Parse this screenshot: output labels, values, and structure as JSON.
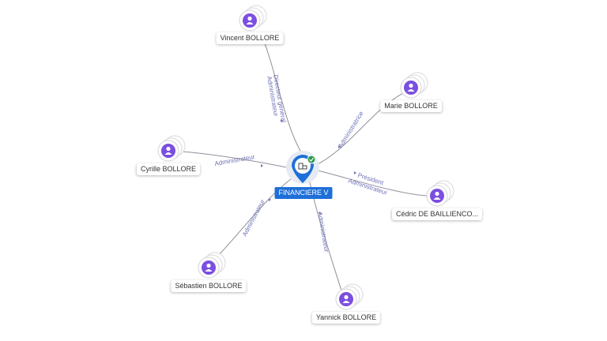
{
  "center": {
    "name": "FINANCIERE V",
    "icon": "company-icon",
    "status_icon": "check-badge-icon",
    "color": "#1f6fd8"
  },
  "people": [
    {
      "name": "Vincent BOLLORE",
      "roles": [
        "Directeur général",
        "Administrateur"
      ]
    },
    {
      "name": "Marie BOLLORE",
      "roles": [
        "Administratrice"
      ]
    },
    {
      "name": "Cyrille BOLLORE",
      "roles": [
        "Administrateur"
      ]
    },
    {
      "name": "Cédric DE BAILLIENCO...",
      "roles": [
        "Président",
        "Administrateur"
      ]
    },
    {
      "name": "Sébastien BOLLORE",
      "roles": [
        "Administrateur"
      ]
    },
    {
      "name": "Yannick BOLLORE",
      "roles": [
        "Administrateur"
      ]
    }
  ],
  "colors": {
    "person_icon": "#7b4fe0",
    "edge_label": "#6f72b8",
    "status_green": "#2e9a4a"
  }
}
